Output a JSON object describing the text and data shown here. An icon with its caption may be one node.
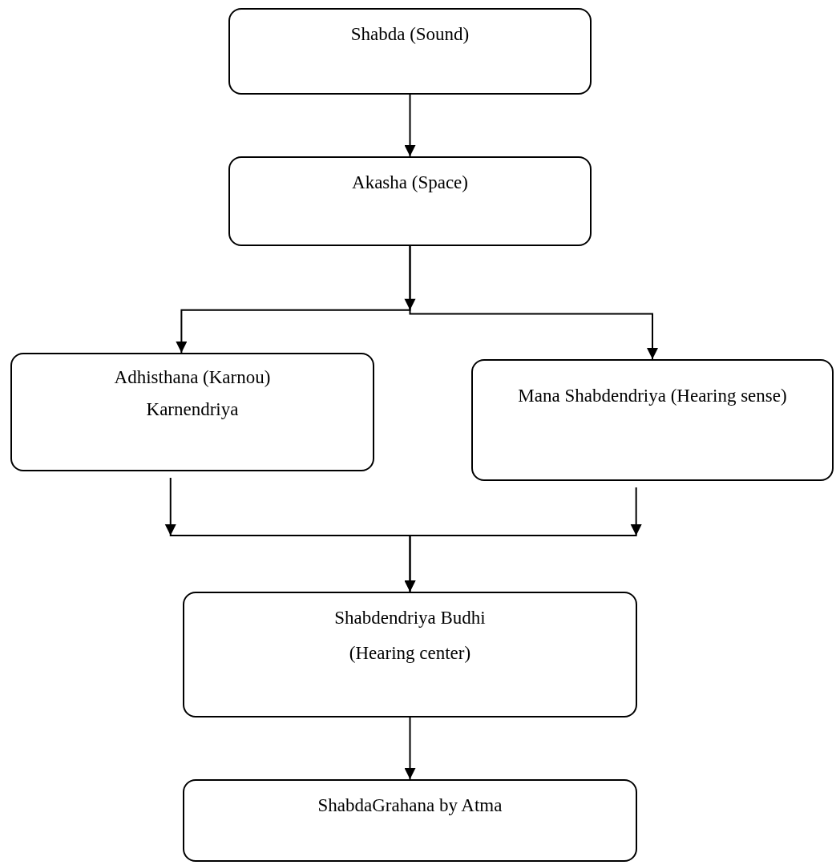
{
  "diagram": {
    "nodes": [
      {
        "text": [
          "Shabda (Sound)"
        ]
      },
      {
        "text": [
          "Akasha (Space)"
        ]
      },
      {
        "text": [
          "Adhisthana (Karnou)",
          "Karnendriya"
        ]
      },
      {
        "text": [
          "Mana Shabdendriya (Hearing sense)"
        ]
      },
      {
        "text": [
          "Shabdendriya Budhi",
          "(Hearing center)"
        ]
      },
      {
        "text": [
          "ShabdaGrahana by Atma"
        ]
      }
    ],
    "edges": [
      {
        "from": 0,
        "to": 1,
        "arrow": "to"
      },
      {
        "from": 1,
        "to": 2,
        "arrow": "to"
      },
      {
        "from": 1,
        "to": 3,
        "arrow": "to"
      },
      {
        "from": 2,
        "to": 4,
        "arrow": "to"
      },
      {
        "from": 3,
        "to": 4,
        "arrow": "to"
      },
      {
        "from": 4,
        "to": 5,
        "arrow": "to"
      }
    ]
  }
}
